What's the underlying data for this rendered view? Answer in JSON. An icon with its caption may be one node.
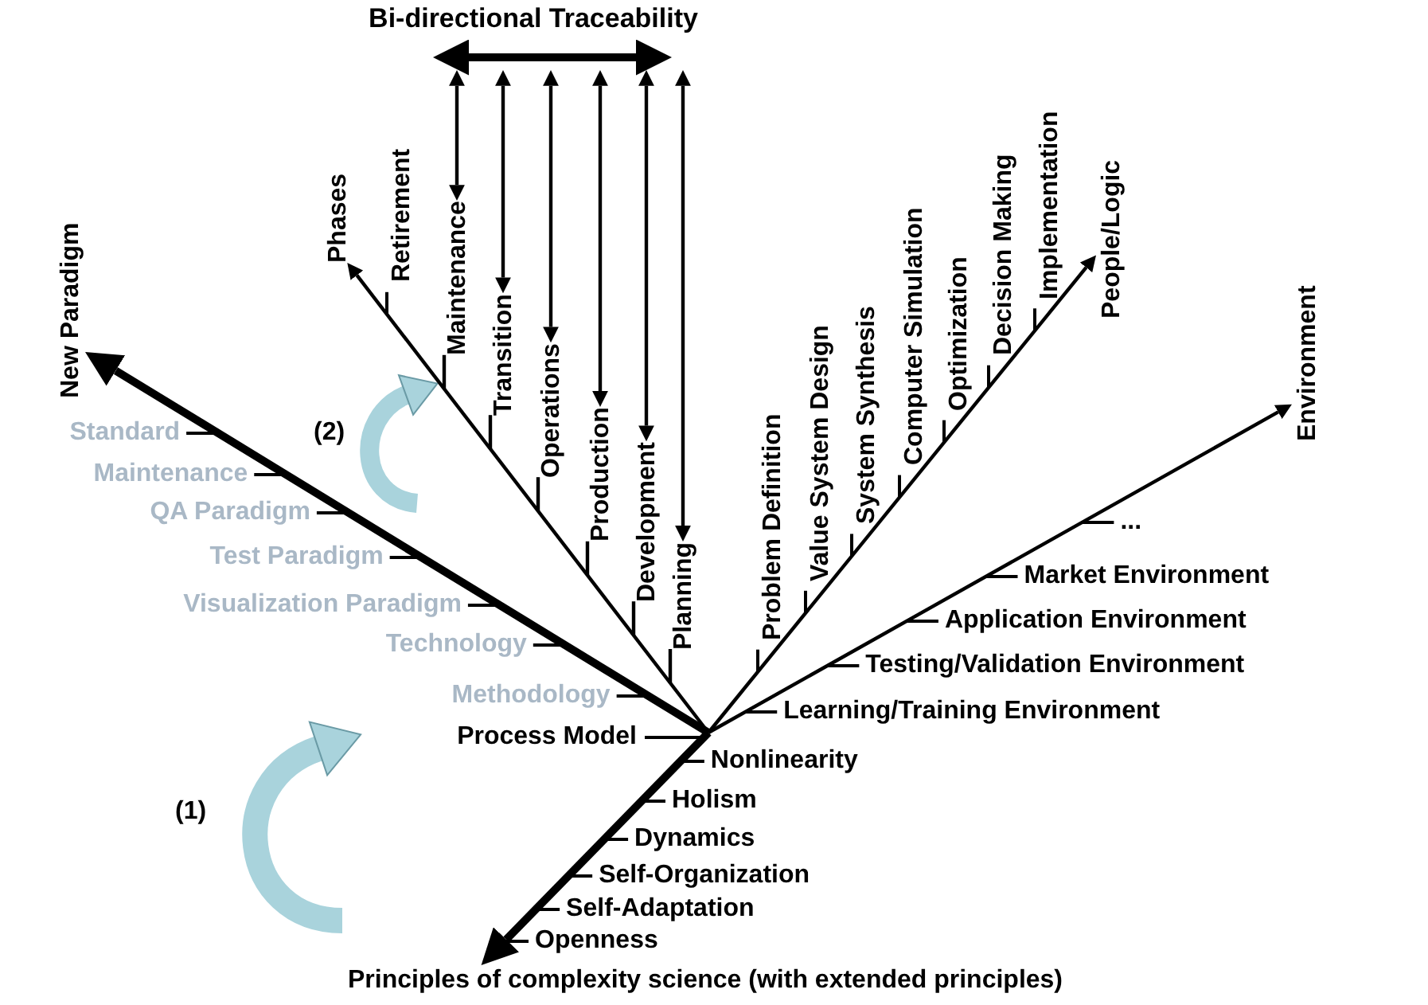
{
  "diagram": {
    "nodes": [
      {
        "text": [
          "Bi-directional Traceability"
        ]
      },
      {
        "text": [
          "New Paradigm"
        ]
      },
      {
        "text": [
          "Phases"
        ]
      },
      {
        "text": [
          "Maintenance"
        ]
      },
      {
        "text": [
          "Transition"
        ]
      },
      {
        "text": [
          "Operations"
        ]
      },
      {
        "text": [
          "Production"
        ]
      },
      {
        "text": [
          "Development"
        ]
      },
      {
        "text": [
          "Planning"
        ]
      },
      {
        "text": [
          "People/Logic"
        ]
      },
      {
        "text": [
          "Environment"
        ]
      },
      {
        "text": [
          "Principles of complexity science (with extended principles)"
        ]
      }
    ],
    "edges": [
      {
        "from": null,
        "to": 1,
        "arrow": "to",
        "style": "thick"
      },
      {
        "from": null,
        "to": 2,
        "arrow": "to"
      },
      {
        "from": null,
        "to": 9,
        "arrow": "to"
      },
      {
        "from": null,
        "to": 10,
        "arrow": "to"
      },
      {
        "from": null,
        "to": 11,
        "arrow": "to",
        "style": "thick"
      },
      {
        "from": 0,
        "to": 3,
        "arrow": "both"
      },
      {
        "from": 0,
        "to": 4,
        "arrow": "both"
      },
      {
        "from": 0,
        "to": 5,
        "arrow": "both"
      },
      {
        "from": 0,
        "to": 6,
        "arrow": "both"
      },
      {
        "from": 0,
        "to": 7,
        "arrow": "both"
      },
      {
        "from": 0,
        "to": 8,
        "arrow": "both"
      },
      {
        "from": null,
        "to": 3,
        "arrow": "none"
      },
      {
        "from": null,
        "to": 4,
        "arrow": "none"
      },
      {
        "from": null,
        "to": 5,
        "arrow": "none"
      },
      {
        "from": null,
        "to": 6,
        "arrow": "none"
      },
      {
        "from": null,
        "to": 7,
        "arrow": "none"
      },
      {
        "from": null,
        "to": 8,
        "arrow": "none"
      }
    ],
    "labels": [
      "Retirement",
      "Problem Definition",
      "Value System Design",
      "System Synthesis",
      "Computer Simulation",
      "Optimization",
      "Decision Making",
      "Implementation",
      "Standard",
      "(2)",
      "Maintenance",
      "QA Paradigm",
      "Test Paradigm",
      "Visualization Paradigm",
      "Technology",
      "Methodology",
      "...",
      "Market Environment",
      "Application Environment",
      "Testing/Validation Environment",
      "Learning/Training Environment",
      "Process Model",
      "Nonlinearity",
      "(1)",
      "Holism",
      "Dynamics",
      "Self-Organization",
      "Self-Adaptation",
      "Openness"
    ]
  }
}
